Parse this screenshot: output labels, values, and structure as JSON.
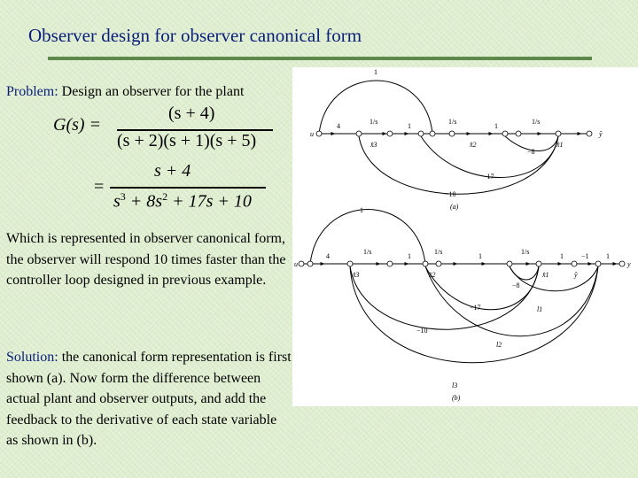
{
  "slide": {
    "title": "Observer design for  observer canonical form",
    "problem": {
      "label": "Problem:",
      "text": " Design an observer for the plant"
    },
    "equation": {
      "lhs": "G(s) =",
      "numerator1": "(s + 4)",
      "denominator1": "(s + 2)(s + 1)(s + 5)",
      "equals2": "=",
      "numerator2": "s + 4",
      "denominator2_a": "s",
      "denominator2_a_exp": "3",
      "denominator2_b": " + 8s",
      "denominator2_b_exp": "2",
      "denominator2_c": " + 17s + 10"
    },
    "paragraph2": "Which is represented in observer canonical form, the observer will respond 10 times faster than the controller loop designed in previous example.",
    "solution": {
      "label": "Solution:",
      "text": " the canonical form representation is first shown (a). Now form the difference between actual plant and observer outputs, and add the feedback to the derivative of each state variable as shown in (b)."
    },
    "colors": {
      "heading": "#0a1f7a",
      "rule": "#5d8a4a",
      "background": "#dfeed0"
    }
  },
  "diagram_a": {
    "caption": "(a)",
    "input": "u",
    "output": "ŷ",
    "gain_input": "4",
    "gain_feed": "1",
    "integrator": "1/s",
    "branch_unity": "1",
    "fb1": "−8",
    "fb2": "−17",
    "fb3": "−10",
    "states": [
      "x̂3",
      "x̂2",
      "x̂1"
    ]
  },
  "diagram_b": {
    "caption": "(b)",
    "input": "u",
    "output": "y",
    "gain_input": "4",
    "gain_feed": "1",
    "integrator": "1/s",
    "branch_unity": "1",
    "minus_one": "−1",
    "fb1": "−8",
    "fb2": "−17",
    "fb3": "−10",
    "states": [
      "x̂3",
      "x̂2",
      "x̂1",
      "ŷ"
    ],
    "observer_gains": [
      "l1",
      "l2",
      "l3"
    ]
  }
}
